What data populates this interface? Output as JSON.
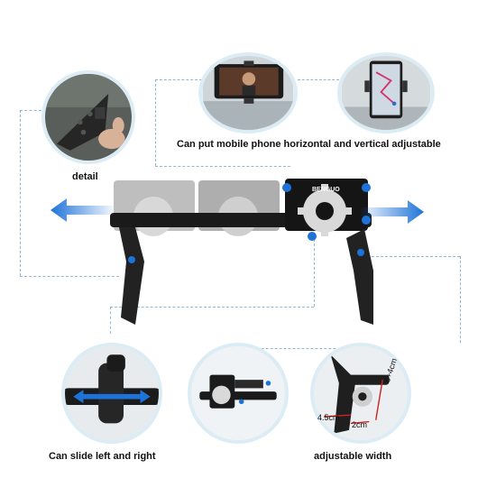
{
  "captions": {
    "phone_adjust": "Can put mobile phone horizontal and vertical adjustable",
    "detail": "detail",
    "slide": "Can slide left and right",
    "width": "adjustable width"
  },
  "product": {
    "brand": "BENGUO"
  },
  "measurements": {
    "m1": "4.5cm",
    "m2": "2cm",
    "m3": "6+4cm"
  },
  "colors": {
    "accent_blue": "#1e73d8",
    "ring": "#dcecf5",
    "dash": "#8fb9d6",
    "product": "#1a1a1a"
  },
  "icons": [
    "arrow-left-icon",
    "arrow-right-icon",
    "arrow-bidirectional-icon"
  ]
}
